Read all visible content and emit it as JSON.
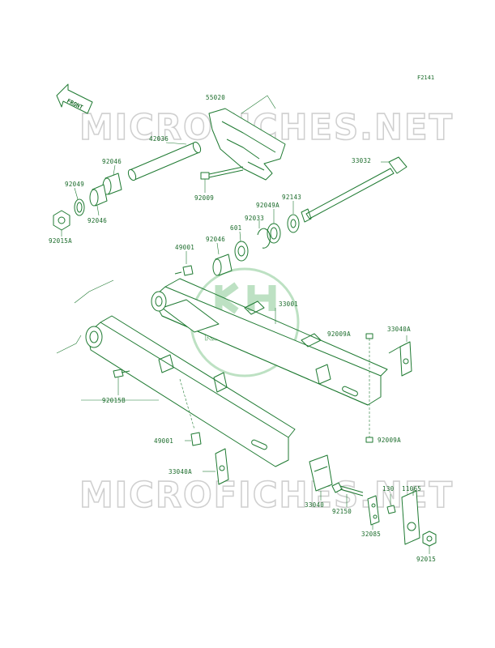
{
  "figure_code": "F2141",
  "front_label": "FRONT",
  "watermark_text": "MICROFICHES.NET",
  "logo_text": "Kawasaki",
  "accent_color": "#1f7a32",
  "labels": [
    {
      "id": "55020",
      "text": "55020"
    },
    {
      "id": "42036",
      "text": "42036"
    },
    {
      "id": "92046a",
      "text": "92046"
    },
    {
      "id": "92049",
      "text": "92049"
    },
    {
      "id": "92046b",
      "text": "92046"
    },
    {
      "id": "92015A",
      "text": "92015A"
    },
    {
      "id": "92009",
      "text": "92009"
    },
    {
      "id": "33032",
      "text": "33032"
    },
    {
      "id": "92143",
      "text": "92143"
    },
    {
      "id": "92049A",
      "text": "92049A"
    },
    {
      "id": "92033",
      "text": "92033"
    },
    {
      "id": "601",
      "text": "601"
    },
    {
      "id": "92046c",
      "text": "92046"
    },
    {
      "id": "49001a",
      "text": "49001"
    },
    {
      "id": "33001",
      "text": "33001"
    },
    {
      "id": "33040A_r",
      "text": "33040A"
    },
    {
      "id": "92009A_t",
      "text": "92009A"
    },
    {
      "id": "92015B",
      "text": "92015B"
    },
    {
      "id": "92009A_b",
      "text": "92009A"
    },
    {
      "id": "49001b",
      "text": "49001"
    },
    {
      "id": "33040A_l",
      "text": "33040A"
    },
    {
      "id": "33040",
      "text": "33040"
    },
    {
      "id": "92150",
      "text": "92150"
    },
    {
      "id": "130",
      "text": "130"
    },
    {
      "id": "11065",
      "text": "11065"
    },
    {
      "id": "32085",
      "text": "32085"
    },
    {
      "id": "92015",
      "text": "92015"
    }
  ]
}
